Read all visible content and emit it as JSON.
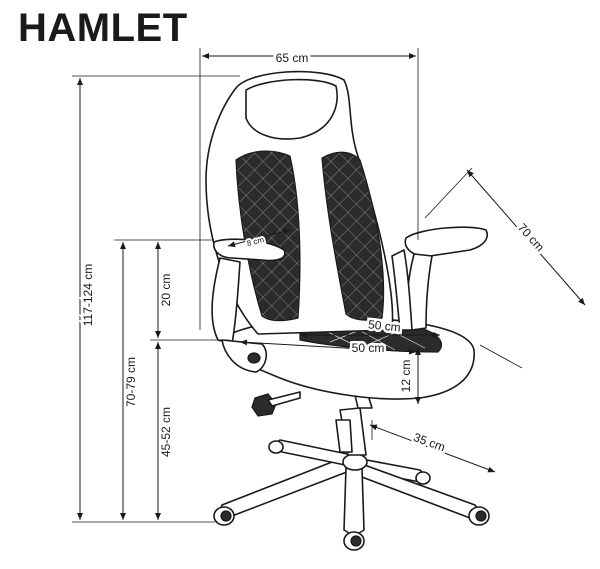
{
  "product": {
    "name": "HAMLET"
  },
  "dimensions": {
    "width": "65 cm",
    "depth": "70 cm",
    "total_height": "117-124 cm",
    "armrest_height": "70-79 cm",
    "seat_height": "45-52 cm",
    "armrest_above_seat": "20 cm",
    "armrest_width": "8 cm",
    "seat_depth": "50 cm",
    "seat_width": "50 cm",
    "seat_thickness": "12 cm",
    "base_radius": "35 cm"
  }
}
